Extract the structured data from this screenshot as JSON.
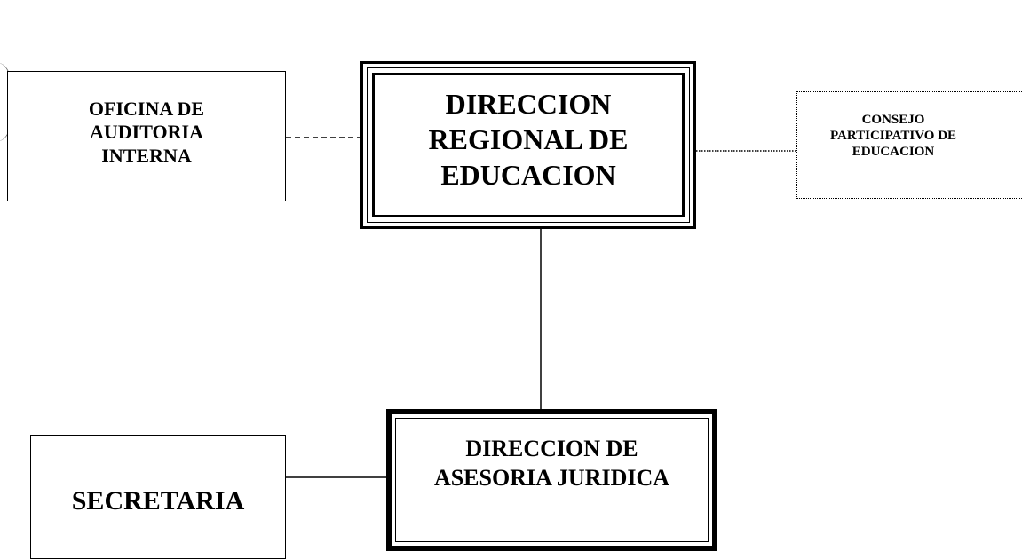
{
  "nodes": {
    "direccion_regional": [
      "DIRECCION",
      "REGIONAL DE",
      "EDUCACION"
    ],
    "auditoria": [
      "OFICINA DE",
      "AUDITORIA",
      "INTERNA"
    ],
    "consejo": [
      "CONSEJO",
      "PARTICIPATIVO DE",
      "EDUCACION"
    ],
    "asesoria": [
      "DIRECCION DE",
      "ASESORIA JURIDICA"
    ],
    "secretaria": [
      "SECRETARIA"
    ]
  },
  "edges": [
    {
      "from": "auditoria",
      "to": "direccion_regional",
      "style": "dashed"
    },
    {
      "from": "direccion_regional",
      "to": "consejo",
      "style": "dotted"
    },
    {
      "from": "direccion_regional",
      "to": "asesoria",
      "style": "solid"
    },
    {
      "from": "secretaria",
      "to": "asesoria",
      "style": "solid"
    }
  ]
}
